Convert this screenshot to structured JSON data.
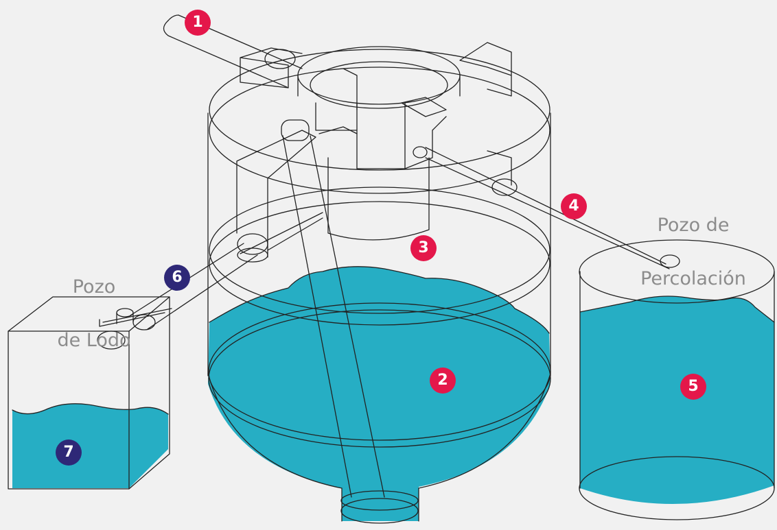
{
  "labels": {
    "percolation_line1": "Pozo de",
    "percolation_line2": "Percolación",
    "sludge_line1": "Pozo",
    "sludge_line2": "de Lodo"
  },
  "markers": [
    {
      "number": "1",
      "color": "#e4174a",
      "role": "inlet pipe"
    },
    {
      "number": "2",
      "color": "#e4174a",
      "role": "tank water"
    },
    {
      "number": "3",
      "color": "#e4174a",
      "role": "filter chamber"
    },
    {
      "number": "4",
      "color": "#e4174a",
      "role": "outlet pipe"
    },
    {
      "number": "5",
      "color": "#e4174a",
      "role": "percolation well"
    },
    {
      "number": "6",
      "color": "#2e2877",
      "role": "sludge pipe"
    },
    {
      "number": "7",
      "color": "#2e2877",
      "role": "sludge well"
    }
  ],
  "colors": {
    "background": "#f1f1f1",
    "water": "#26aec4",
    "stroke": "#222222",
    "red_marker": "#e4174a",
    "blue_marker": "#2e2877",
    "label_text": "#8c8c8c"
  }
}
